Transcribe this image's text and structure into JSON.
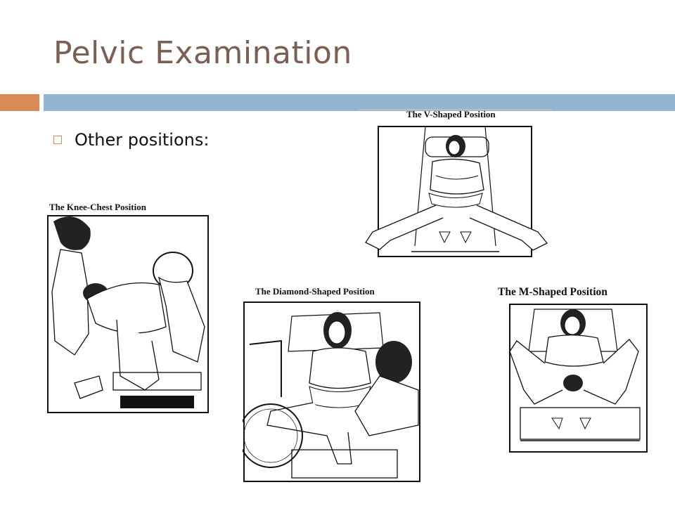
{
  "slide": {
    "title": "Pelvic Examination",
    "bullet": "Other positions:"
  },
  "figures": {
    "v_shaped": {
      "caption": "The V-Shaped Position"
    },
    "knee_chest": {
      "caption": "The Knee-Chest Position"
    },
    "diamond": {
      "caption": "The Diamond-Shaped Position"
    },
    "m_shaped": {
      "caption": "The M-Shaped Position"
    }
  },
  "colors": {
    "title": "#7a5f52",
    "accent_orange": "#d98a55",
    "accent_blue": "#93b5d2"
  }
}
